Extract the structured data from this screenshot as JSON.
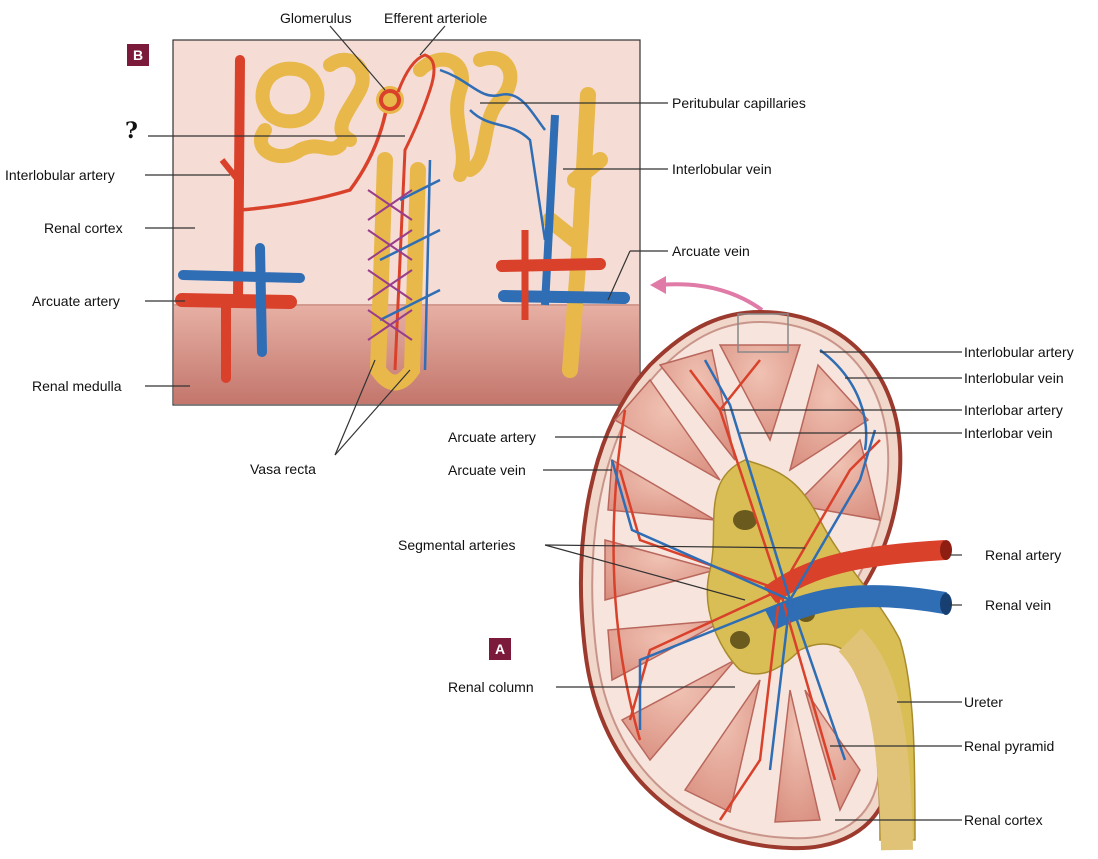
{
  "panel_b": {
    "badge": "B",
    "unknown_label": "?",
    "labels": {
      "glomerulus": "Glomerulus",
      "efferent_arteriole": "Efferent arteriole",
      "peritubular_capillaries": "Peritubular capillaries",
      "interlobular_artery": "Interlobular artery",
      "interlobular_vein": "Interlobular vein",
      "renal_cortex": "Renal cortex",
      "arcuate_vein": "Arcuate vein",
      "arcuate_artery": "Arcuate artery",
      "renal_medulla": "Renal medulla",
      "vasa_recta": "Vasa recta"
    }
  },
  "panel_a": {
    "badge": "A",
    "labels": {
      "interlobular_artery": "Interlobular artery",
      "interlobular_vein": "Interlobular vein",
      "interlobar_artery": "Interlobar artery",
      "interlobar_vein": "Interlobar vein",
      "arcuate_artery": "Arcuate artery",
      "arcuate_vein": "Arcuate vein",
      "segmental_arteries": "Segmental arteries",
      "renal_artery": "Renal artery",
      "renal_vein": "Renal vein",
      "renal_column": "Renal column",
      "ureter": "Ureter",
      "renal_pyramid": "Renal pyramid",
      "renal_cortex": "Renal cortex"
    }
  },
  "colors": {
    "artery": "#d9412b",
    "vein": "#2f6db5",
    "tubule": "#e8b84a",
    "cortex": "#f3dfd6",
    "medulla": "#c9837a",
    "capsule": "#9c3a2e",
    "badge": "#7b1a3b"
  }
}
